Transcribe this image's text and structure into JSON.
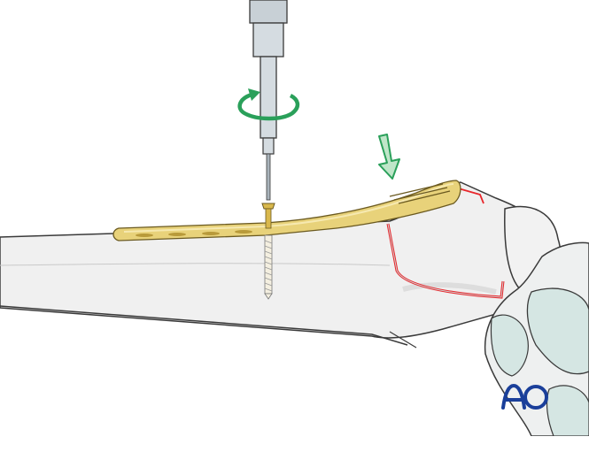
{
  "illustration": {
    "subject": "Plate fixation of distal radius fracture with screw insertion",
    "labels": {
      "logo": "AO"
    },
    "colors": {
      "bone_fill": "#f0f0f0",
      "bone_outline": "#3a3a3a",
      "plate_gold": "#e8d27a",
      "plate_dark": "#b89a3a",
      "fracture_line": "#e8262b",
      "arrow_green": "#2aa05a",
      "arrow_fill_light": "#bfe6c9",
      "cartilage": "#d5e6e3",
      "instrument": "#c8d0d6",
      "logo_blue": "#1a3f9a"
    },
    "annotations": [
      {
        "type": "rotation-arrow",
        "meaning": "turn screwdriver clockwise"
      },
      {
        "type": "push-arrow",
        "meaning": "press plate distally onto bone"
      }
    ]
  }
}
